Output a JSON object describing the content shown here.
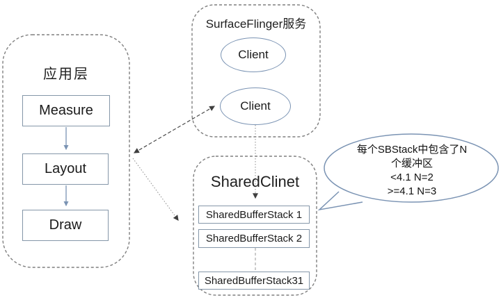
{
  "diagram": {
    "app_layer": {
      "title": "应用层",
      "steps": [
        "Measure",
        "Layout",
        "Draw"
      ]
    },
    "surface_flinger": {
      "title": "SurfaceFlinger服务",
      "clients": [
        "Client",
        "Client"
      ]
    },
    "shared_client": {
      "title": "SharedClinet",
      "stacks": [
        "SharedBufferStack 1",
        "SharedBufferStack 2",
        "SharedBufferStack31"
      ]
    },
    "callout": {
      "lines": [
        "每个SBStack中包含了N",
        "个缓冲区",
        "<4.1 N=2",
        ">=4.1 N=3"
      ]
    }
  },
  "colors": {
    "background": "#ffffff",
    "container_border": "#7f7f7f",
    "box_border": "#8496a8",
    "blue_connector": "#7a93b3",
    "dark_arrow": "#3f3f3f",
    "dotted_line": "#8a8a8a",
    "text": "#1a1a1a"
  }
}
